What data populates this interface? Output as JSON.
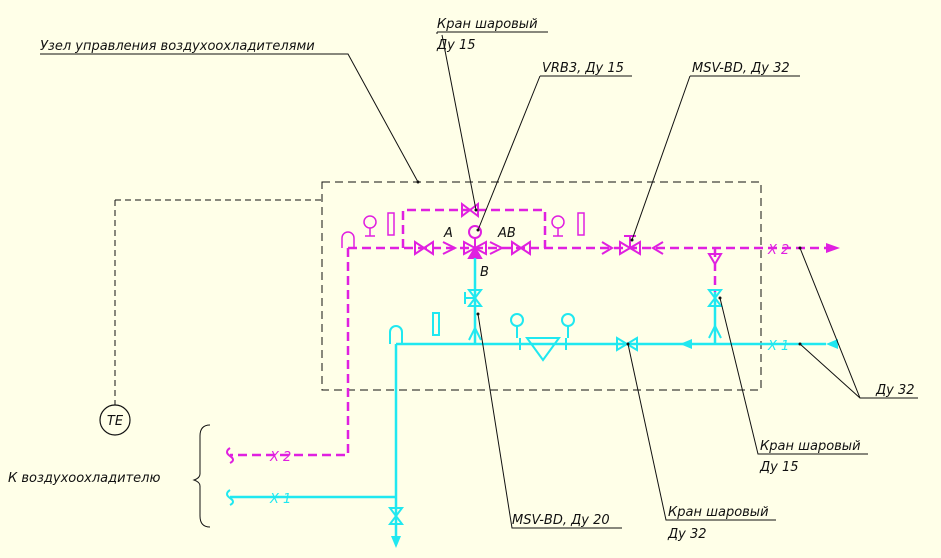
{
  "colors": {
    "background": "#ffffe8",
    "supply_line": "#e020e0",
    "return_line": "#20e8f0",
    "annotation": "#111111"
  },
  "labels": {
    "control_unit": "Узел управления воздухоохладителями",
    "ball_valve_top": "Кран шаровый",
    "ball_valve_top_dn": "Ду 15",
    "vrb3": "VRB3,  Ду 15",
    "msv_bd_32": "MSV-BD, Ду 32",
    "port_a": "A",
    "port_ab": "AB",
    "port_b": "B",
    "x2_right": "X 2",
    "x1_right": "X 1",
    "dn32_right": "Ду 32",
    "te": "TE",
    "to_cooler": "К воздухоохладителю",
    "x2_left": "X 2",
    "x1_left": "X 1",
    "ball_valve_right": "Кран шаровый",
    "ball_valve_right_dn": "Ду 15",
    "msv_bd_20": "MSV-BD, Ду 20",
    "ball_valve_bottom": "Кран шаровый",
    "ball_valve_bottom_dn": "Ду 32"
  }
}
